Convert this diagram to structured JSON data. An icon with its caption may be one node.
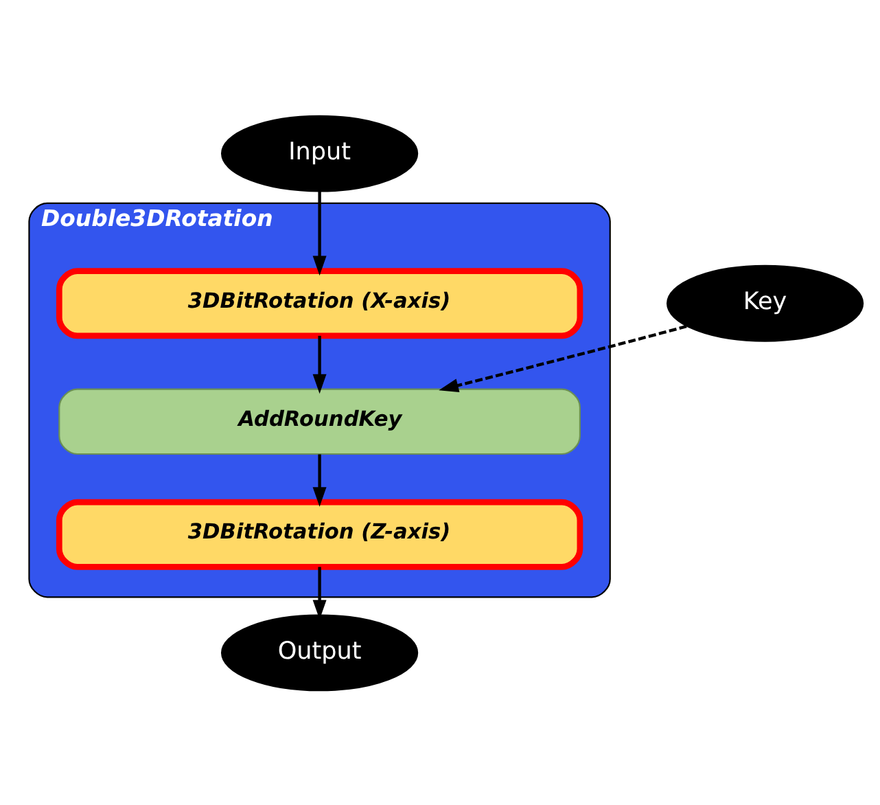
{
  "diagram": {
    "nodes": [
      {
        "text": [
          "Input"
        ]
      },
      {
        "text": [
          "Double3DRotation"
        ]
      },
      {
        "text": [
          "3DBitRotation (X-axis)"
        ],
        "in": 1
      },
      {
        "text": [
          "AddRoundKey"
        ],
        "in": 1
      },
      {
        "text": [
          "3DBitRotation (Z-axis)"
        ],
        "in": 1
      },
      {
        "text": [
          "Key"
        ]
      },
      {
        "text": [
          "Output"
        ]
      }
    ],
    "edges": [
      {
        "from": 0,
        "to": 2,
        "arrow": "to"
      },
      {
        "from": 2,
        "to": 3,
        "arrow": "to"
      },
      {
        "from": 3,
        "to": 4,
        "arrow": "to"
      },
      {
        "from": 4,
        "to": 6,
        "arrow": "to"
      },
      {
        "from": 5,
        "to": 3,
        "arrow": "to",
        "style": "dashed"
      }
    ]
  }
}
